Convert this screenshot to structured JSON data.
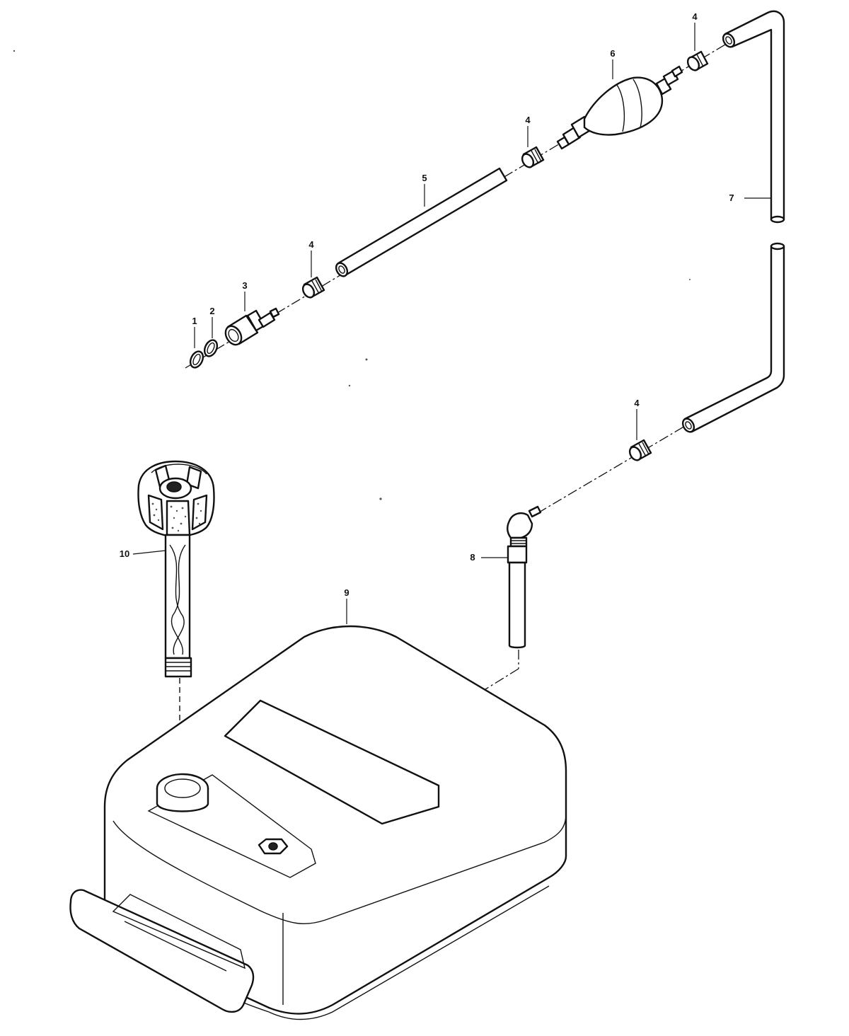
{
  "parts": [
    {
      "id": "1",
      "label": "1"
    },
    {
      "id": "2",
      "label": "2"
    },
    {
      "id": "3",
      "label": "3"
    },
    {
      "id": "4a",
      "label": "4"
    },
    {
      "id": "4b",
      "label": "4"
    },
    {
      "id": "4c",
      "label": "4"
    },
    {
      "id": "4d",
      "label": "4"
    },
    {
      "id": "5",
      "label": "5"
    },
    {
      "id": "6",
      "label": "6"
    },
    {
      "id": "7",
      "label": "7"
    },
    {
      "id": "8",
      "label": "8"
    },
    {
      "id": "9",
      "label": "9"
    },
    {
      "id": "10",
      "label": "10"
    }
  ]
}
